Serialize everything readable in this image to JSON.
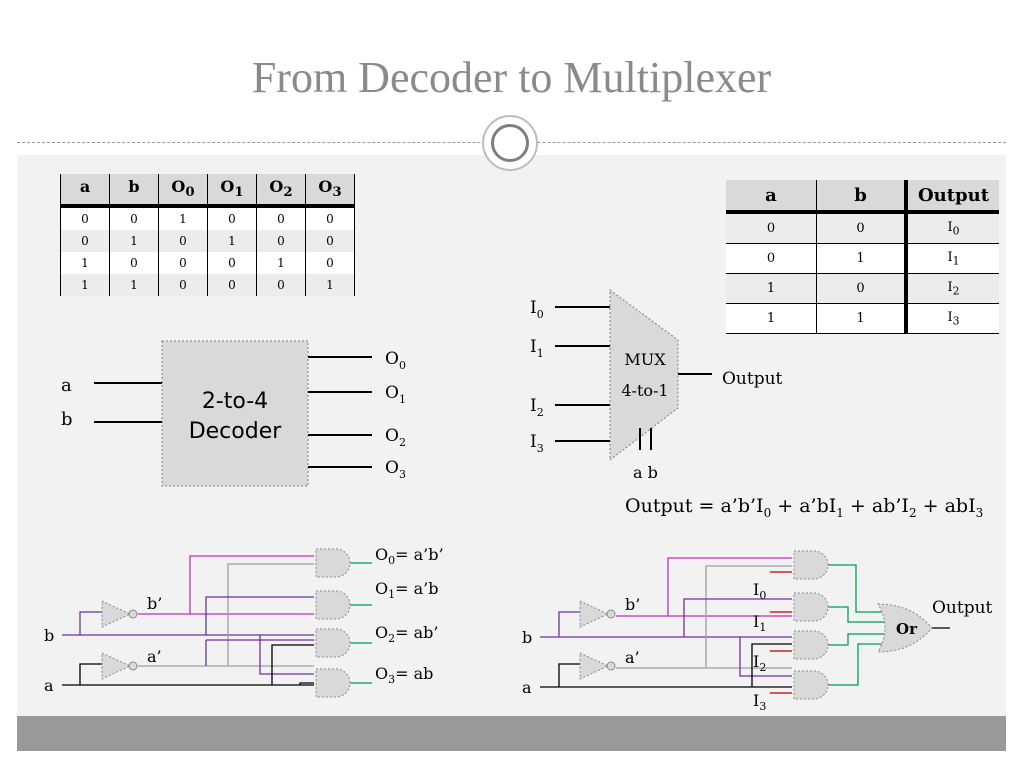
{
  "slide": {
    "title": "From Decoder to Multiplexer"
  },
  "decoder_table": {
    "headers": [
      {
        "main": "a",
        "sub": ""
      },
      {
        "main": "b",
        "sub": ""
      },
      {
        "main": "O",
        "sub": "0"
      },
      {
        "main": "O",
        "sub": "1"
      },
      {
        "main": "O",
        "sub": "2"
      },
      {
        "main": "O",
        "sub": "3"
      }
    ],
    "rows": [
      [
        "0",
        "0",
        "1",
        "0",
        "0",
        "0"
      ],
      [
        "0",
        "1",
        "0",
        "1",
        "0",
        "0"
      ],
      [
        "1",
        "0",
        "0",
        "0",
        "1",
        "0"
      ],
      [
        "1",
        "1",
        "0",
        "0",
        "0",
        "1"
      ]
    ]
  },
  "mux_table": {
    "headers": [
      "a",
      "b",
      "Output"
    ],
    "rows": [
      [
        {
          "main": "0"
        },
        {
          "main": "0"
        },
        {
          "main": "I",
          "sub": "0"
        }
      ],
      [
        {
          "main": "0"
        },
        {
          "main": "1"
        },
        {
          "main": "I",
          "sub": "1"
        }
      ],
      [
        {
          "main": "1"
        },
        {
          "main": "0"
        },
        {
          "main": "I",
          "sub": "2"
        }
      ],
      [
        {
          "main": "1"
        },
        {
          "main": "1"
        },
        {
          "main": "I",
          "sub": "3"
        }
      ]
    ]
  },
  "decoder_block": {
    "line1": "2-to-4",
    "line2": "Decoder",
    "input_a": "a",
    "input_b": "b",
    "outputs": [
      {
        "main": "O",
        "sub": "0"
      },
      {
        "main": "O",
        "sub": "1"
      },
      {
        "main": "O",
        "sub": "2"
      },
      {
        "main": "O",
        "sub": "3"
      }
    ]
  },
  "mux_block": {
    "line1": "MUX",
    "line2": "4-to-1",
    "output": "Output",
    "select": "a b",
    "inputs": [
      {
        "main": "I",
        "sub": "0"
      },
      {
        "main": "I",
        "sub": "1"
      },
      {
        "main": "I",
        "sub": "2"
      },
      {
        "main": "I",
        "sub": "3"
      }
    ]
  },
  "equation": {
    "parts": [
      {
        "main": "Output = a’b’I",
        "sub": "0"
      },
      {
        "main": " + a’bI",
        "sub": "1"
      },
      {
        "main": " + ab’I",
        "sub": "2"
      },
      {
        "main": " + abI",
        "sub": "3"
      }
    ]
  },
  "decoder_circuit": {
    "input_b": "b",
    "input_a": "a",
    "not_b": "b’",
    "not_a": "a’",
    "outputs": [
      {
        "main": "O",
        "sub": "0",
        "expr": "= a’b’"
      },
      {
        "main": "O",
        "sub": "1",
        "expr": "= a’b"
      },
      {
        "main": "O",
        "sub": "2",
        "expr": "= ab’"
      },
      {
        "main": "O",
        "sub": "3",
        "expr": "= ab"
      }
    ]
  },
  "mux_circuit": {
    "input_b": "b",
    "input_a": "a",
    "not_b": "b’",
    "not_a": "a’",
    "or_gate": "Or",
    "output": "Output",
    "inputs": [
      {
        "main": "I",
        "sub": "0"
      },
      {
        "main": "I",
        "sub": "1"
      },
      {
        "main": "I",
        "sub": "2"
      },
      {
        "main": "I",
        "sub": "3"
      }
    ]
  },
  "colors": {
    "wire_b_bar": "#c030c0",
    "wire_a_bar": "#a0a0a0",
    "wire_b": "#7030a0",
    "wire_a": "#000000",
    "wire_out": "#00a050",
    "wire_i": "#c00000",
    "gate_fill": "#d9d9d9"
  }
}
